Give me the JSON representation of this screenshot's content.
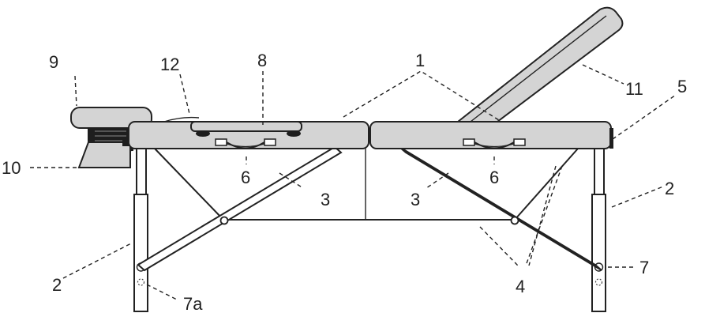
{
  "diagram": {
    "labels": {
      "frame_top": "1",
      "left_leg": "2",
      "right_leg": "2",
      "left_brace": "3",
      "right_brace": "3",
      "cables": "4",
      "end_plate": "5",
      "left_handle": "6",
      "right_handle": "6",
      "left_foot": "7a",
      "right_foot": "7",
      "handle_bar": "8",
      "headrest": "9",
      "headrest_bracket": "10",
      "backrest": "11",
      "face_hole": "12"
    }
  }
}
